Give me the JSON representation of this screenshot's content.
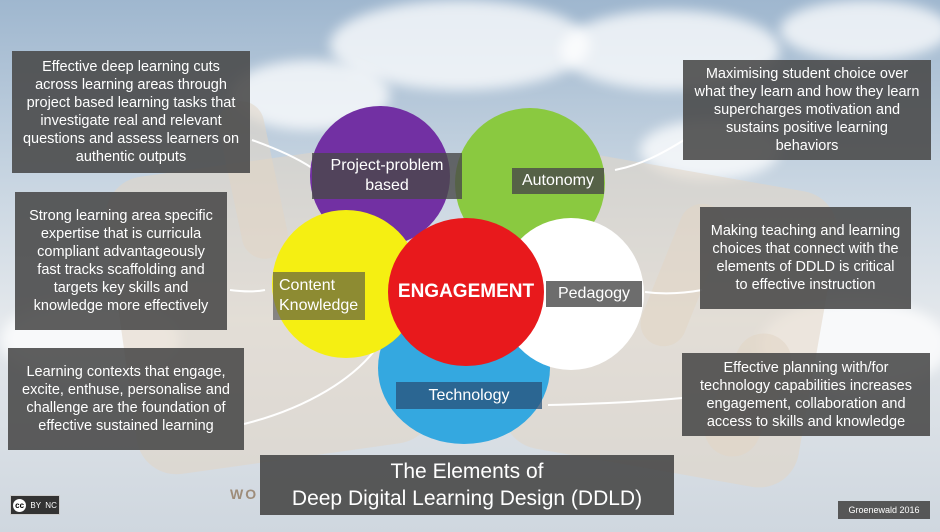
{
  "title": {
    "line1": "The Elements of",
    "line2": "Deep Digital Learning Design (DDLD)"
  },
  "center": {
    "label": "ENGAGEMENT",
    "color": "#e8191c"
  },
  "circles": [
    {
      "id": "project",
      "label": "Project-problem based",
      "color": "#7230a3"
    },
    {
      "id": "autonomy",
      "label": "Autonomy",
      "color": "#8ac940"
    },
    {
      "id": "content",
      "label": "Content Knowledge",
      "color": "#f5ef12"
    },
    {
      "id": "pedagogy",
      "label": "Pedagogy",
      "color": "#ffffff"
    },
    {
      "id": "technology",
      "label": "Technology",
      "color": "#34a8e0"
    }
  ],
  "descriptions": {
    "project": "Effective deep learning cuts across learning areas through project based learning tasks that investigate real and relevant questions and assess learners on authentic outputs",
    "content": "Strong learning area specific expertise that is curricula compliant advantageously fast tracks scaffolding and targets key skills and knowledge more effectively",
    "engagement": "Learning contexts that engage, excite, enthuse, personalise and challenge are the foundation of effective sustained learning",
    "autonomy": "Maximising student choice over what they learn and how they learn supercharges motivation and sustains positive learning behaviors",
    "pedagogy": "Making teaching and learning choices that connect with the elements of DDLD is critical to effective instruction",
    "technology": "Effective planning with/for technology capabilities increases engagement, collaboration and access to skills and knowledge"
  },
  "credit": "Groenewald 2016",
  "license": {
    "cc": "cc",
    "by": "BY",
    "nc": "NC"
  },
  "background_text": "WO"
}
